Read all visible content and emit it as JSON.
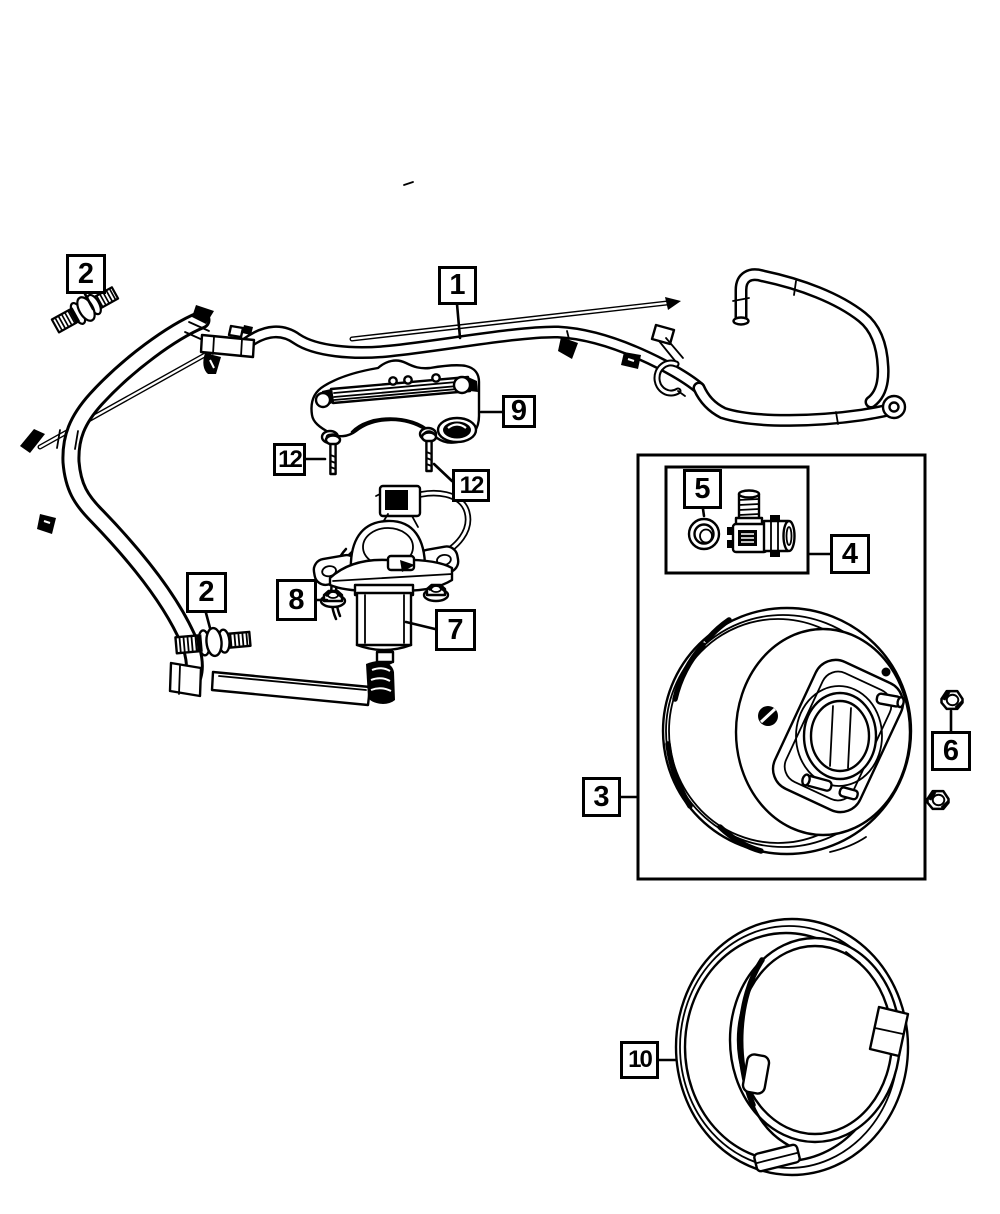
{
  "page": {
    "background_color": "#ffffff",
    "line_color": "#000000"
  },
  "diagram": {
    "type": "exploded-parts-diagram",
    "description": "Line-art parts diagram of a brake vacuum system: vacuum hose harness, mounting bracket with screws, electric vacuum pump with nuts, check valve with grommet, power brake booster with mounting nuts, and dust shield ring, identified by numbered callout boxes.",
    "callouts": [
      {
        "label": "2",
        "part": "vacuum-fitting-upper"
      },
      {
        "label": "1",
        "part": "vacuum-hose-assembly"
      },
      {
        "label": "9",
        "part": "mounting-bracket"
      },
      {
        "label": "12",
        "part": "mounting-screw-left"
      },
      {
        "label": "12",
        "part": "mounting-screw-right"
      },
      {
        "label": "5",
        "part": "grommet"
      },
      {
        "label": "4",
        "part": "check-valve"
      },
      {
        "label": "2",
        "part": "vacuum-fitting-lower"
      },
      {
        "label": "8",
        "part": "flange-nut"
      },
      {
        "label": "7",
        "part": "vacuum-pump"
      },
      {
        "label": "6",
        "part": "hex-nut"
      },
      {
        "label": "3",
        "part": "power-brake-booster"
      },
      {
        "label": "10",
        "part": "dust-shield-ring"
      }
    ]
  }
}
